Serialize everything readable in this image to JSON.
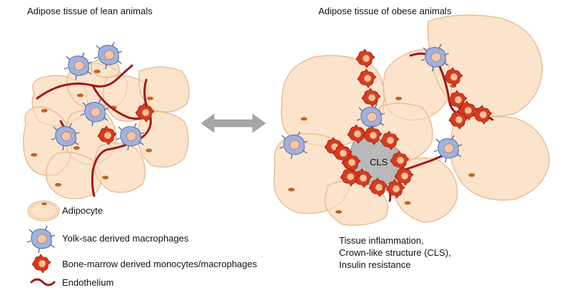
{
  "panels": {
    "lean_title": "Adipose tissue of lean animals",
    "obese_title": "Adipose tissue of obese animals"
  },
  "cls_label": "CLS",
  "legend": {
    "adipocyte": "Adipocyte",
    "yolk_sac": "Yolk-sac derived macrophages",
    "bone_marrow": "Bone-marrow derived monocytes/macrophages",
    "endothelium": "Endothelium"
  },
  "outcomes": {
    "line1": "Tissue inflammation,",
    "line2": "Crown-like structure (CLS),",
    "line3": "Insulin resistance"
  },
  "colors": {
    "adipocyte_fill": "#fbe3cc",
    "adipocyte_stroke": "#e7b98d",
    "nucleus": "#c8601a",
    "yolk_sac_macrophage": "#9fb1de",
    "bone_marrow_cell": "#d93a1e",
    "endothelium": "#a11818",
    "cls_fill": "#b9b9b9",
    "arrow": "#a6a6a6"
  }
}
